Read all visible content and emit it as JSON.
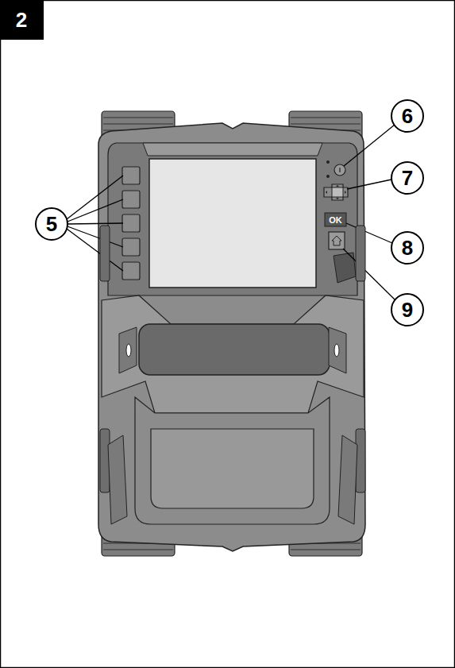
{
  "diagram": {
    "labels": [
      "2",
      "5",
      "6",
      "7",
      "8",
      "9",
      "OK"
    ]
  }
}
